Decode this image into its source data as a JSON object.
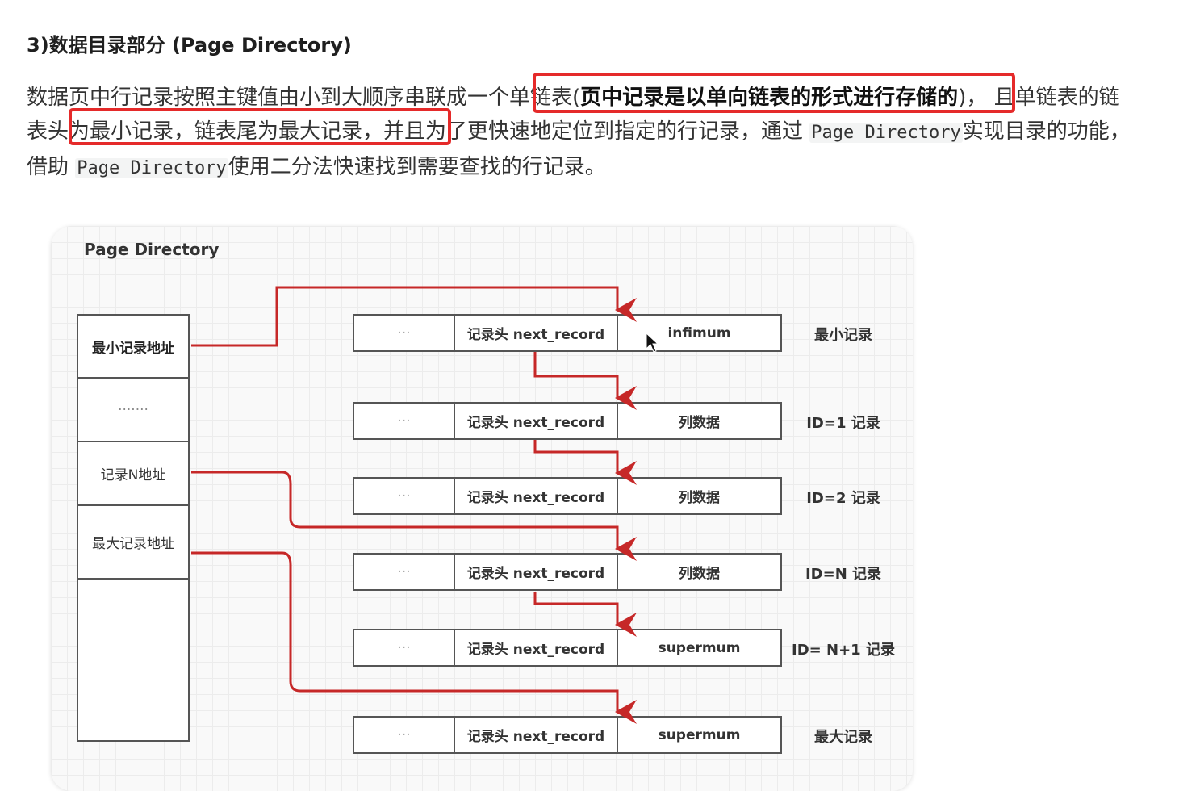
{
  "heading": "3)数据目录部分 (Page Directory)",
  "para": {
    "p1": "数据页中行记录按照主键值由小到大顺序串联成一个",
    "p2": "单链表(",
    "p3": "页中记录是以单向链表的形式进行存储的",
    "p4": ")， 且单链表的",
    "p5": "链表头为最小记录，链表尾为最大记录",
    "p6": "，并且为了更快速地定位到指定的行记录，通过 ",
    "code1": "Page Directory",
    "p7": "实现目录的功能，借助 ",
    "code2": "Page Directory",
    "p8": "使用二分法快速找到需要查找的行记录。"
  },
  "figure": {
    "title": "Page Directory",
    "directory": [
      "最小记录地址",
      "·······",
      "记录N地址",
      "最大记录地址",
      ""
    ],
    "records": [
      {
        "c1": "···",
        "c2": "记录头 next_record",
        "c3": "infimum",
        "label": "最小记录"
      },
      {
        "c1": "···",
        "c2": "记录头 next_record",
        "c3": "列数据",
        "label": "ID=1 记录"
      },
      {
        "c1": "···",
        "c2": "记录头 next_record",
        "c3": "列数据",
        "label": "ID=2 记录"
      },
      {
        "c1": "···",
        "c2": "记录头 next_record",
        "c3": "列数据",
        "label": "ID=N 记录"
      },
      {
        "c1": "···",
        "c2": "记录头 next_record",
        "c3": "supermum",
        "label": "ID= N+1 记录"
      },
      {
        "c1": "···",
        "c2": "记录头 next_record",
        "c3": "supermum",
        "label": "最大记录"
      }
    ]
  },
  "colors": {
    "highlight": "#e52a2a",
    "arrow": "#c62828",
    "border": "#555555"
  }
}
